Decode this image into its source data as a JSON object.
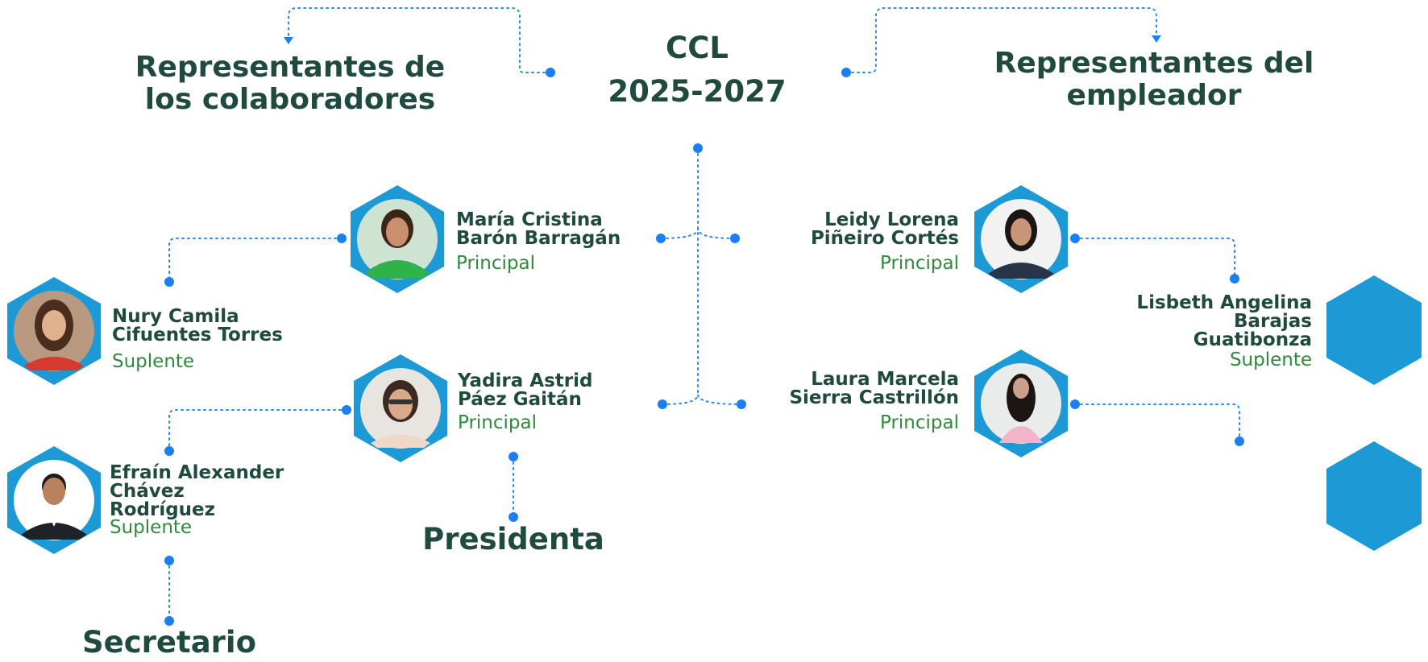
{
  "colors": {
    "hex": "#1d9ad6",
    "dot": "#1a7ff0",
    "line": "#2a8ce8",
    "title": "#1f4a3d",
    "role": "#2f8a3c"
  },
  "header": {
    "title_line1": "CCL",
    "title_line2": "2025-2027",
    "left_group": [
      "Representantes de",
      "los colaboradores"
    ],
    "right_group": [
      "Representantes del",
      "empleador"
    ]
  },
  "left": {
    "maria": {
      "name": [
        "María Cristina",
        "Barón Barragán"
      ],
      "role": "Principal"
    },
    "nury": {
      "name": [
        "Nury Camila",
        "Cifuentes Torres"
      ],
      "role": "Suplente"
    },
    "yadira": {
      "name": [
        "Yadira Astrid",
        "Páez Gaitán"
      ],
      "role": "Principal"
    },
    "efrain": {
      "name": [
        "Efraín Alexander",
        "Chávez",
        "Rodríguez"
      ],
      "role": "Suplente"
    },
    "presidenta": "Presidenta",
    "secretario": "Secretario"
  },
  "right": {
    "leidy": {
      "name": [
        "Leidy Lorena",
        "Piñeiro Cortés"
      ],
      "role": "Principal"
    },
    "lisbeth": {
      "name": [
        "Lisbeth Angelina",
        "Barajas",
        "Guatibonza"
      ],
      "role": "Suplente"
    },
    "laura": {
      "name": [
        "Laura Marcela",
        "Sierra Castrillón"
      ],
      "role": "Principal"
    }
  }
}
